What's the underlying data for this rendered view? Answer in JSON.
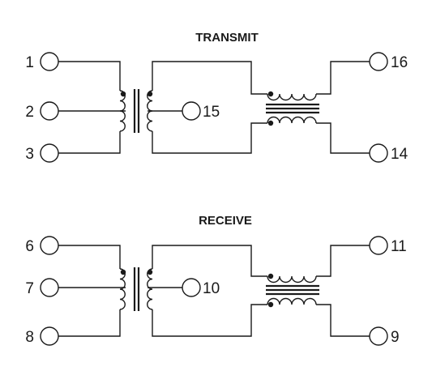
{
  "transmit": {
    "title": "TRANSMIT",
    "pins": {
      "left_top": "1",
      "left_center": "2",
      "left_bottom": "3",
      "center_tap": "15",
      "right_top": "16",
      "right_bottom": "14"
    }
  },
  "receive": {
    "title": "RECEIVE",
    "pins": {
      "left_top": "6",
      "left_center": "7",
      "left_bottom": "8",
      "center_tap": "10",
      "right_top": "11",
      "right_bottom": "9"
    }
  }
}
